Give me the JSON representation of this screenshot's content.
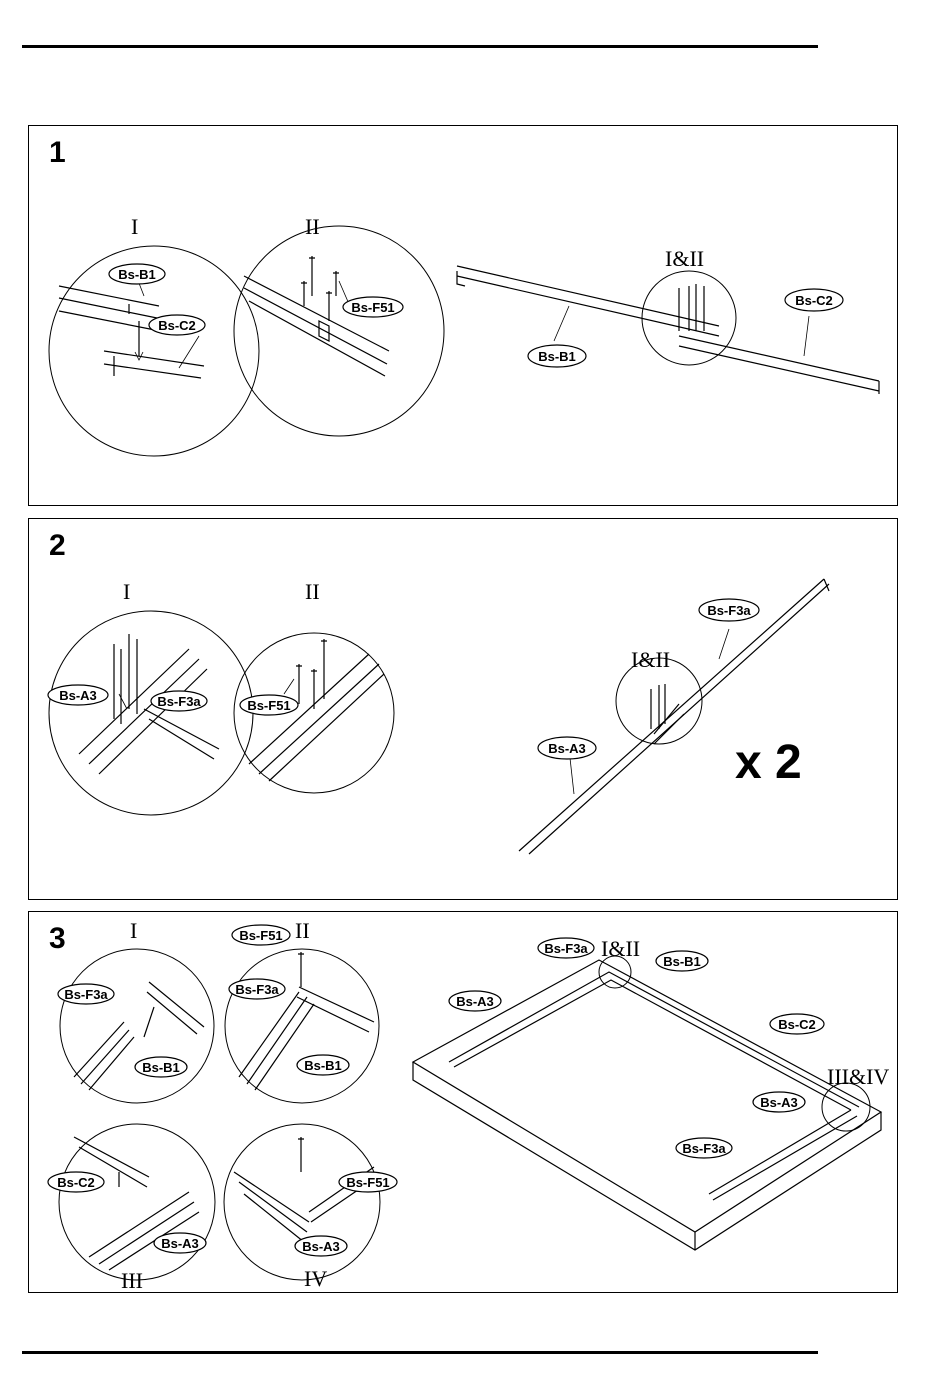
{
  "steps": [
    {
      "number": "1",
      "details": [
        {
          "roman": "I",
          "labels": [
            "Bs-B1",
            "Bs-C2"
          ]
        },
        {
          "roman": "II",
          "labels": [
            "Bs-F51"
          ]
        }
      ],
      "main": {
        "roman": "I&II",
        "labels": [
          "Bs-B1",
          "Bs-C2"
        ]
      }
    },
    {
      "number": "2",
      "details": [
        {
          "roman": "I",
          "labels": [
            "Bs-A3",
            "Bs-F3a"
          ]
        },
        {
          "roman": "II",
          "labels": [
            "Bs-F51"
          ]
        }
      ],
      "main": {
        "roman": "I&II",
        "labels": [
          "Bs-F3a",
          "Bs-A3"
        ],
        "multiplier": "x 2"
      }
    },
    {
      "number": "3",
      "details": [
        {
          "roman": "I",
          "labels": [
            "Bs-F3a",
            "Bs-B1"
          ]
        },
        {
          "roman": "II",
          "labels": [
            "Bs-F51",
            "Bs-F3a",
            "Bs-B1"
          ]
        },
        {
          "roman": "III",
          "labels": [
            "Bs-C2",
            "Bs-A3"
          ]
        },
        {
          "roman": "IV",
          "labels": [
            "Bs-F51",
            "Bs-A3"
          ]
        }
      ],
      "main": {
        "roman_top": "I&II",
        "roman_right": "III&IV",
        "labels": [
          "Bs-F3a",
          "Bs-B1",
          "Bs-A3",
          "Bs-C2",
          "Bs-A3",
          "Bs-F3a"
        ]
      }
    }
  ]
}
